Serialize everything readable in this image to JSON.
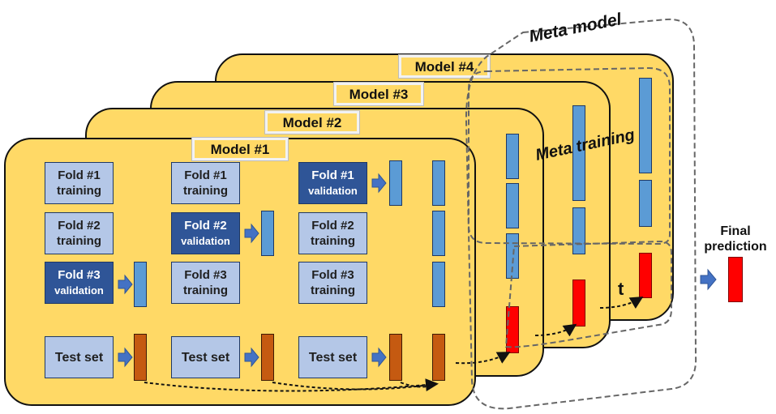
{
  "labels": {
    "meta_model": "Meta model",
    "meta_training": "Meta training",
    "meta_test_partial": "t",
    "final_prediction_line1": "Final",
    "final_prediction_line2": "prediction"
  },
  "models": [
    {
      "label": "Model #4"
    },
    {
      "label": "Model #3"
    },
    {
      "label": "Model #2"
    },
    {
      "label": "Model #1"
    }
  ],
  "folds": {
    "col1": [
      {
        "line1": "Fold #1",
        "line2": "training",
        "kind": "training"
      },
      {
        "line1": "Fold #2",
        "line2": "training",
        "kind": "training"
      },
      {
        "line1": "Fold #3",
        "line2": "validation",
        "kind": "validation"
      }
    ],
    "col2": [
      {
        "line1": "Fold #1",
        "line2": "training",
        "kind": "training"
      },
      {
        "line1": "Fold #2",
        "line2": "validation",
        "kind": "validation"
      },
      {
        "line1": "Fold #3",
        "line2": "training",
        "kind": "training"
      }
    ],
    "col3": [
      {
        "line1": "Fold #1",
        "line2": "validation",
        "kind": "validation"
      },
      {
        "line1": "Fold #2",
        "line2": "training",
        "kind": "training"
      },
      {
        "line1": "Fold #3",
        "line2": "training",
        "kind": "training"
      }
    ]
  },
  "test_set_label": "Test set",
  "colors": {
    "card": "#ffd966",
    "training": "#b4c7e7",
    "validation": "#2f5597",
    "prediction_bar": "#5b9bd5",
    "test_prediction_bar": "#c55a11",
    "meta_test_bar": "#ff0000",
    "arrow": "#4472c4"
  }
}
